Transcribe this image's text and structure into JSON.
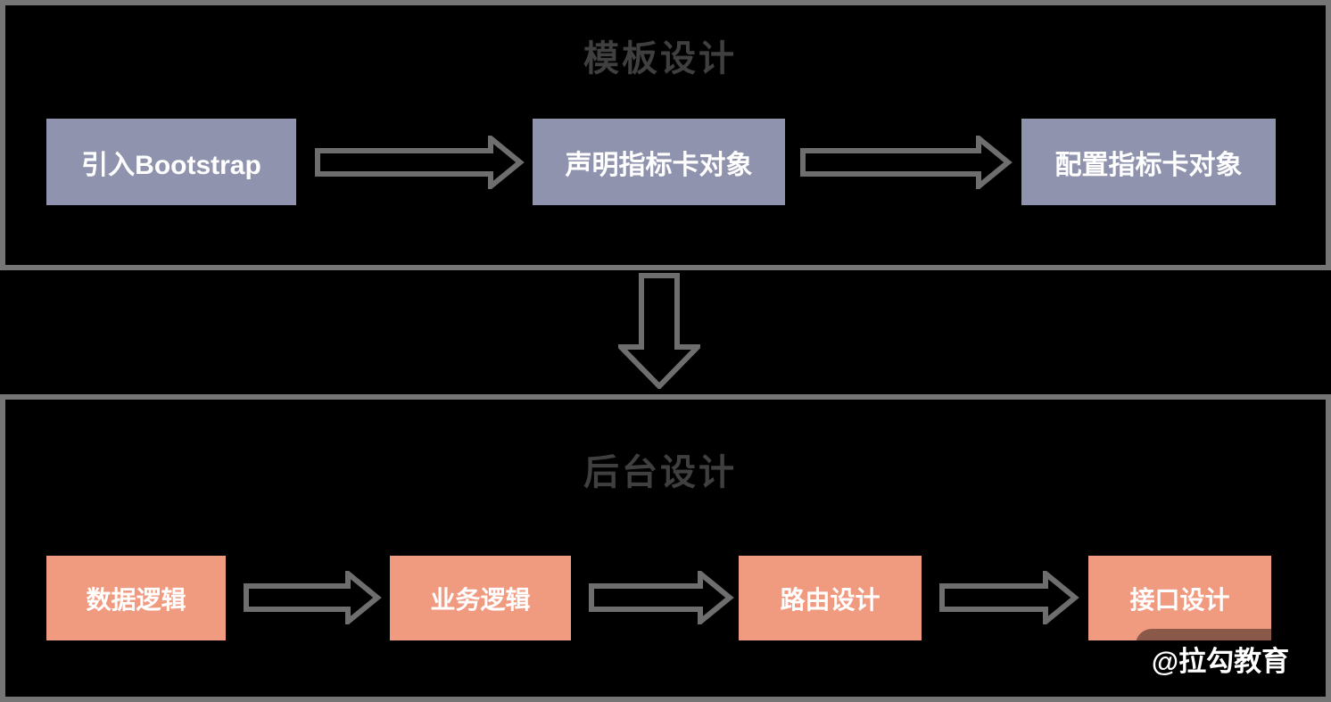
{
  "diagram": {
    "template_section": {
      "title": "模板设计",
      "steps": [
        {
          "label": "引入Bootstrap"
        },
        {
          "label": "声明指标卡对象"
        },
        {
          "label": "配置指标卡对象"
        }
      ]
    },
    "backend_section": {
      "title": "后台设计",
      "steps": [
        {
          "label": "数据逻辑"
        },
        {
          "label": "业务逻辑"
        },
        {
          "label": "路由设计"
        },
        {
          "label": "接口设计"
        }
      ]
    },
    "watermark": "@拉勾教育",
    "colors": {
      "background": "#000000",
      "section_border": "#757575",
      "arrow_outline": "#6e6e6e",
      "template_box_fill": "#8f93ad",
      "backend_box_fill": "#f09a80",
      "section_title_text": "#3f3f3f",
      "box_text": "#ffffff",
      "watermark_text": "#ffffff"
    }
  }
}
